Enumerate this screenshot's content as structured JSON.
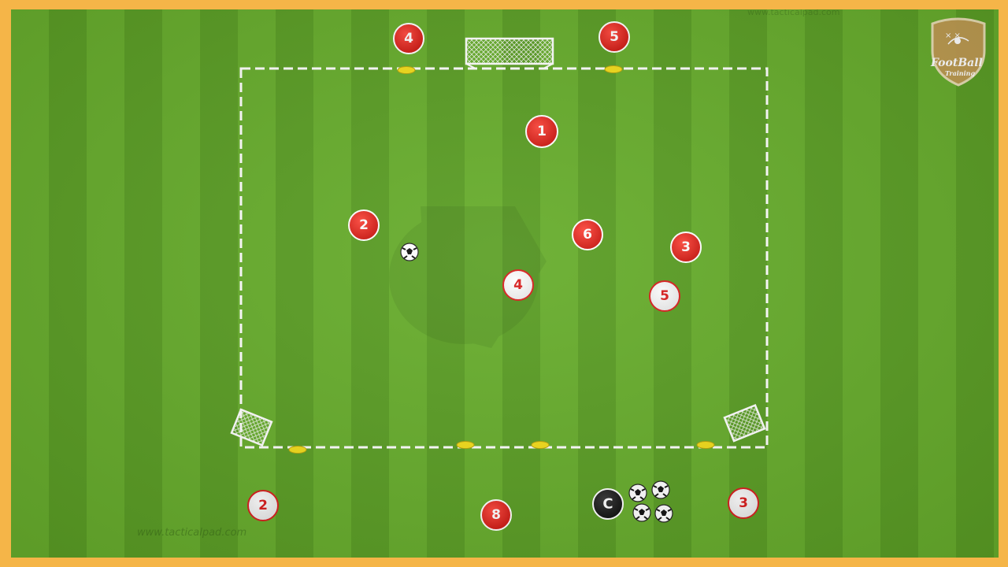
{
  "diagram": {
    "watermarks": {
      "bottom_left": "www.tacticalpad.com",
      "top_center": "www.tacticalpad.com"
    },
    "logo": {
      "line1": "FootBall",
      "line2": "Training"
    },
    "red_team": [
      {
        "id": "red-1",
        "number": "1"
      },
      {
        "id": "red-2",
        "number": "2"
      },
      {
        "id": "red-6",
        "number": "6"
      },
      {
        "id": "red-3",
        "number": "3"
      },
      {
        "id": "red-4-outside",
        "number": "4"
      },
      {
        "id": "red-5-outside",
        "number": "5"
      },
      {
        "id": "red-8-outside",
        "number": "8"
      }
    ],
    "white_team": [
      {
        "id": "white-4",
        "number": "4"
      },
      {
        "id": "white-5",
        "number": "5"
      },
      {
        "id": "white-2-outside",
        "number": "2"
      },
      {
        "id": "white-3-outside",
        "number": "3"
      }
    ],
    "coach": {
      "label": "C"
    },
    "colors": {
      "red_player": "#e8231f",
      "white_player": "#ffffff",
      "white_player_number": "#d81e1e",
      "coach": "#1a1a1a",
      "cone": "#f2dc1a",
      "frame": "#f5b548",
      "pitch_light": "#67ad2c",
      "pitch_dark": "#5a9d24",
      "lines": "#ffffff"
    }
  }
}
